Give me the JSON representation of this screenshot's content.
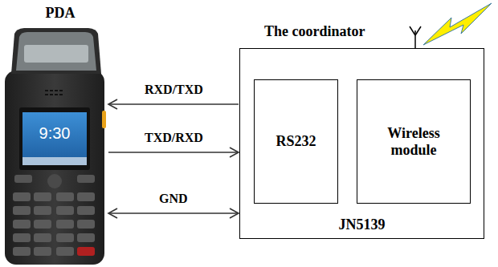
{
  "diagram": {
    "nodes": [
      {
        "text": [
          "PDA"
        ]
      },
      {
        "text": [
          "The coordinator",
          "JN5139"
        ]
      },
      {
        "text": [
          "RS232"
        ],
        "in": 1
      },
      {
        "text": [
          "Wireless module"
        ],
        "in": 1
      }
    ],
    "edges": [
      {
        "from": 1,
        "to": 0,
        "label": "RXD/TXD",
        "arrow": "to"
      },
      {
        "from": 0,
        "to": 1,
        "label": "TXD/RXD",
        "arrow": "to"
      },
      {
        "from": 0,
        "to": 1,
        "label": "GND",
        "arrow": "both"
      }
    ],
    "labels": [
      "9:30"
    ]
  }
}
